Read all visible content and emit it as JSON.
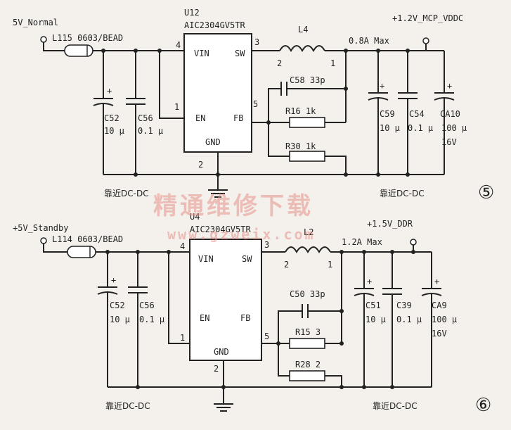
{
  "watermark": {
    "cn": "精通维修下载",
    "url": "www.gzweix.com"
  },
  "circuit5": {
    "badge": "⑤",
    "input_label": "5V_Normal",
    "bead": "L115 0603/BEAD",
    "ic_ref": "U12",
    "ic_part": "AIC2304GV5TR",
    "pins": {
      "vin": "VIN",
      "sw": "SW",
      "en": "EN",
      "fb": "FB",
      "gnd": "GND",
      "p1": "1",
      "p2": "2",
      "p3": "3",
      "p4": "4",
      "p5": "5"
    },
    "inductor": "L4",
    "ind_p2": "2",
    "ind_p1": "1",
    "max_current": "0.8A Max",
    "output_label": "+1.2V_MCP_VDDC",
    "c_ff": "C58 33p",
    "r_top": "R16 1k",
    "r_bot": "R30 1k",
    "caps_in": [
      {
        "name": "C52",
        "val": "10 μ"
      },
      {
        "name": "C56",
        "val": "0.1 μ"
      }
    ],
    "caps_out": [
      {
        "name": "C59",
        "val": "10 μ"
      },
      {
        "name": "C54",
        "val": "0.1 μ"
      },
      {
        "name": "CA10",
        "val": "100 μ",
        "v": "16V"
      }
    ],
    "near_left": "靠近DC-DC",
    "near_right": "靠近DC-DC"
  },
  "circuit6": {
    "badge": "⑥",
    "input_label": "+5V_Standby",
    "bead": "L114 0603/BEAD",
    "ic_ref": "U4",
    "ic_part": "AIC2304GV5TR",
    "pins": {
      "vin": "VIN",
      "sw": "SW",
      "en": "EN",
      "fb": "FB",
      "gnd": "GND",
      "p1": "1",
      "p2": "2",
      "p3": "3",
      "p4": "4",
      "p5": "5"
    },
    "inductor": "L2",
    "ind_p2": "2",
    "ind_p1": "1",
    "max_current": "1.2A Max",
    "output_label": "+1.5V_DDR",
    "c_ff": "C50 33p",
    "r_top": "R15 3",
    "r_bot": "R28 2",
    "caps_in": [
      {
        "name": "C52",
        "val": "10 μ"
      },
      {
        "name": "C56",
        "val": "0.1 μ"
      }
    ],
    "caps_out": [
      {
        "name": "C51",
        "val": "10 μ"
      },
      {
        "name": "C39",
        "val": "0.1 μ"
      },
      {
        "name": "CA9",
        "val": "100 μ",
        "v": "16V"
      }
    ],
    "near_left": "靠近DC-DC",
    "near_right": "靠近DC-DC"
  }
}
